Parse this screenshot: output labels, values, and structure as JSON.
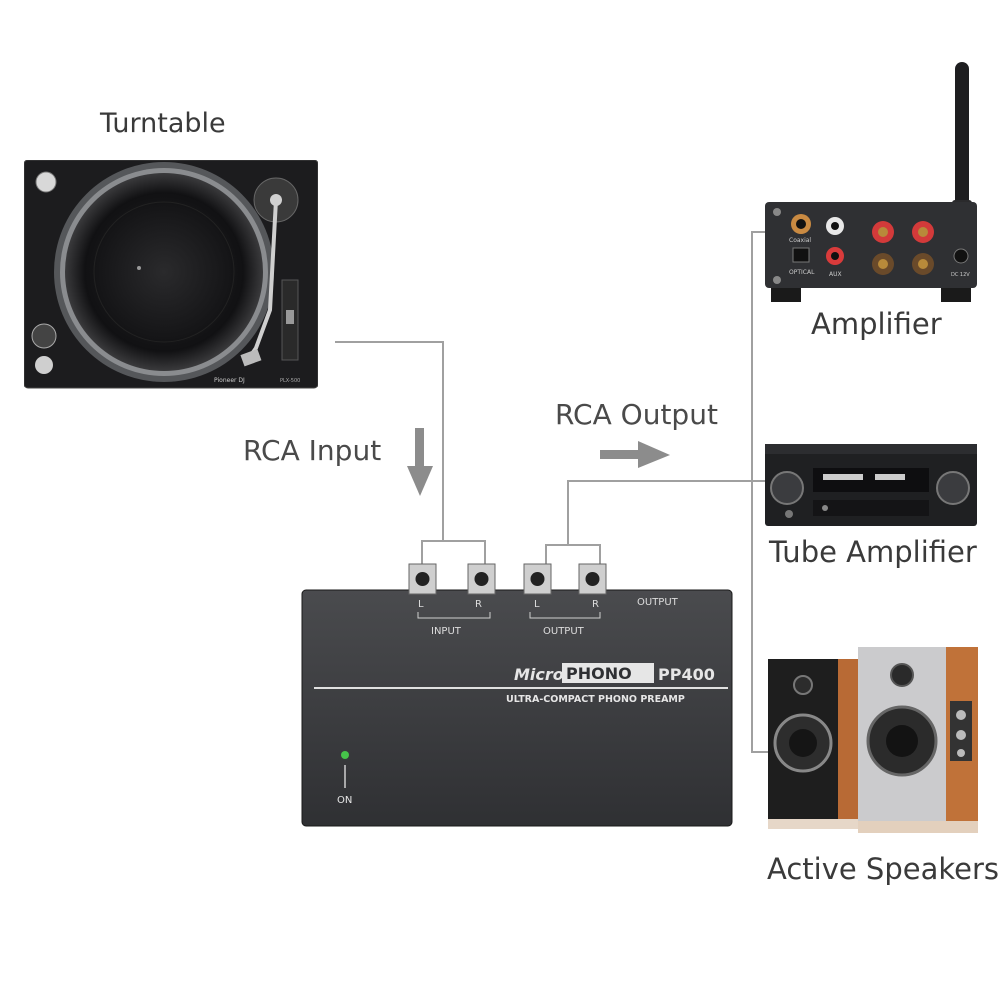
{
  "labels": {
    "turntable": "Turntable",
    "rca_input": "RCA Input",
    "rca_output": "RCA Output",
    "amplifier": "Amplifier",
    "tube_amplifier": "Tube Amplifier",
    "active_speakers": "Active Speakers"
  },
  "preamp": {
    "brand_micro": "Micro",
    "brand_phono": "PHONO",
    "model": "PP400",
    "subtitle": "ULTRA-COMPACT PHONO PREAMP",
    "jack_l_1": "L",
    "jack_r_1": "R",
    "jack_l_2": "L",
    "jack_r_2": "R",
    "input_label": "INPUT",
    "output_label": "OUTPUT",
    "output_label_top": "OUTPUT",
    "power_label": "ON"
  },
  "turntable_device": {
    "brand": "Pioneer DJ",
    "model": "PLX-500"
  },
  "amplifier_device": {
    "coaxial": "Coaxial",
    "optical": "OPTICAL",
    "aux": "AUX",
    "dc": "DC 12V"
  },
  "colors": {
    "connector_line": "#9a9a9a",
    "arrow": "#8c8c8c",
    "device_body": "#2f3033",
    "preamp_body": "#3a3b3e",
    "wood": "#b86a35",
    "led": "#46c24a"
  }
}
